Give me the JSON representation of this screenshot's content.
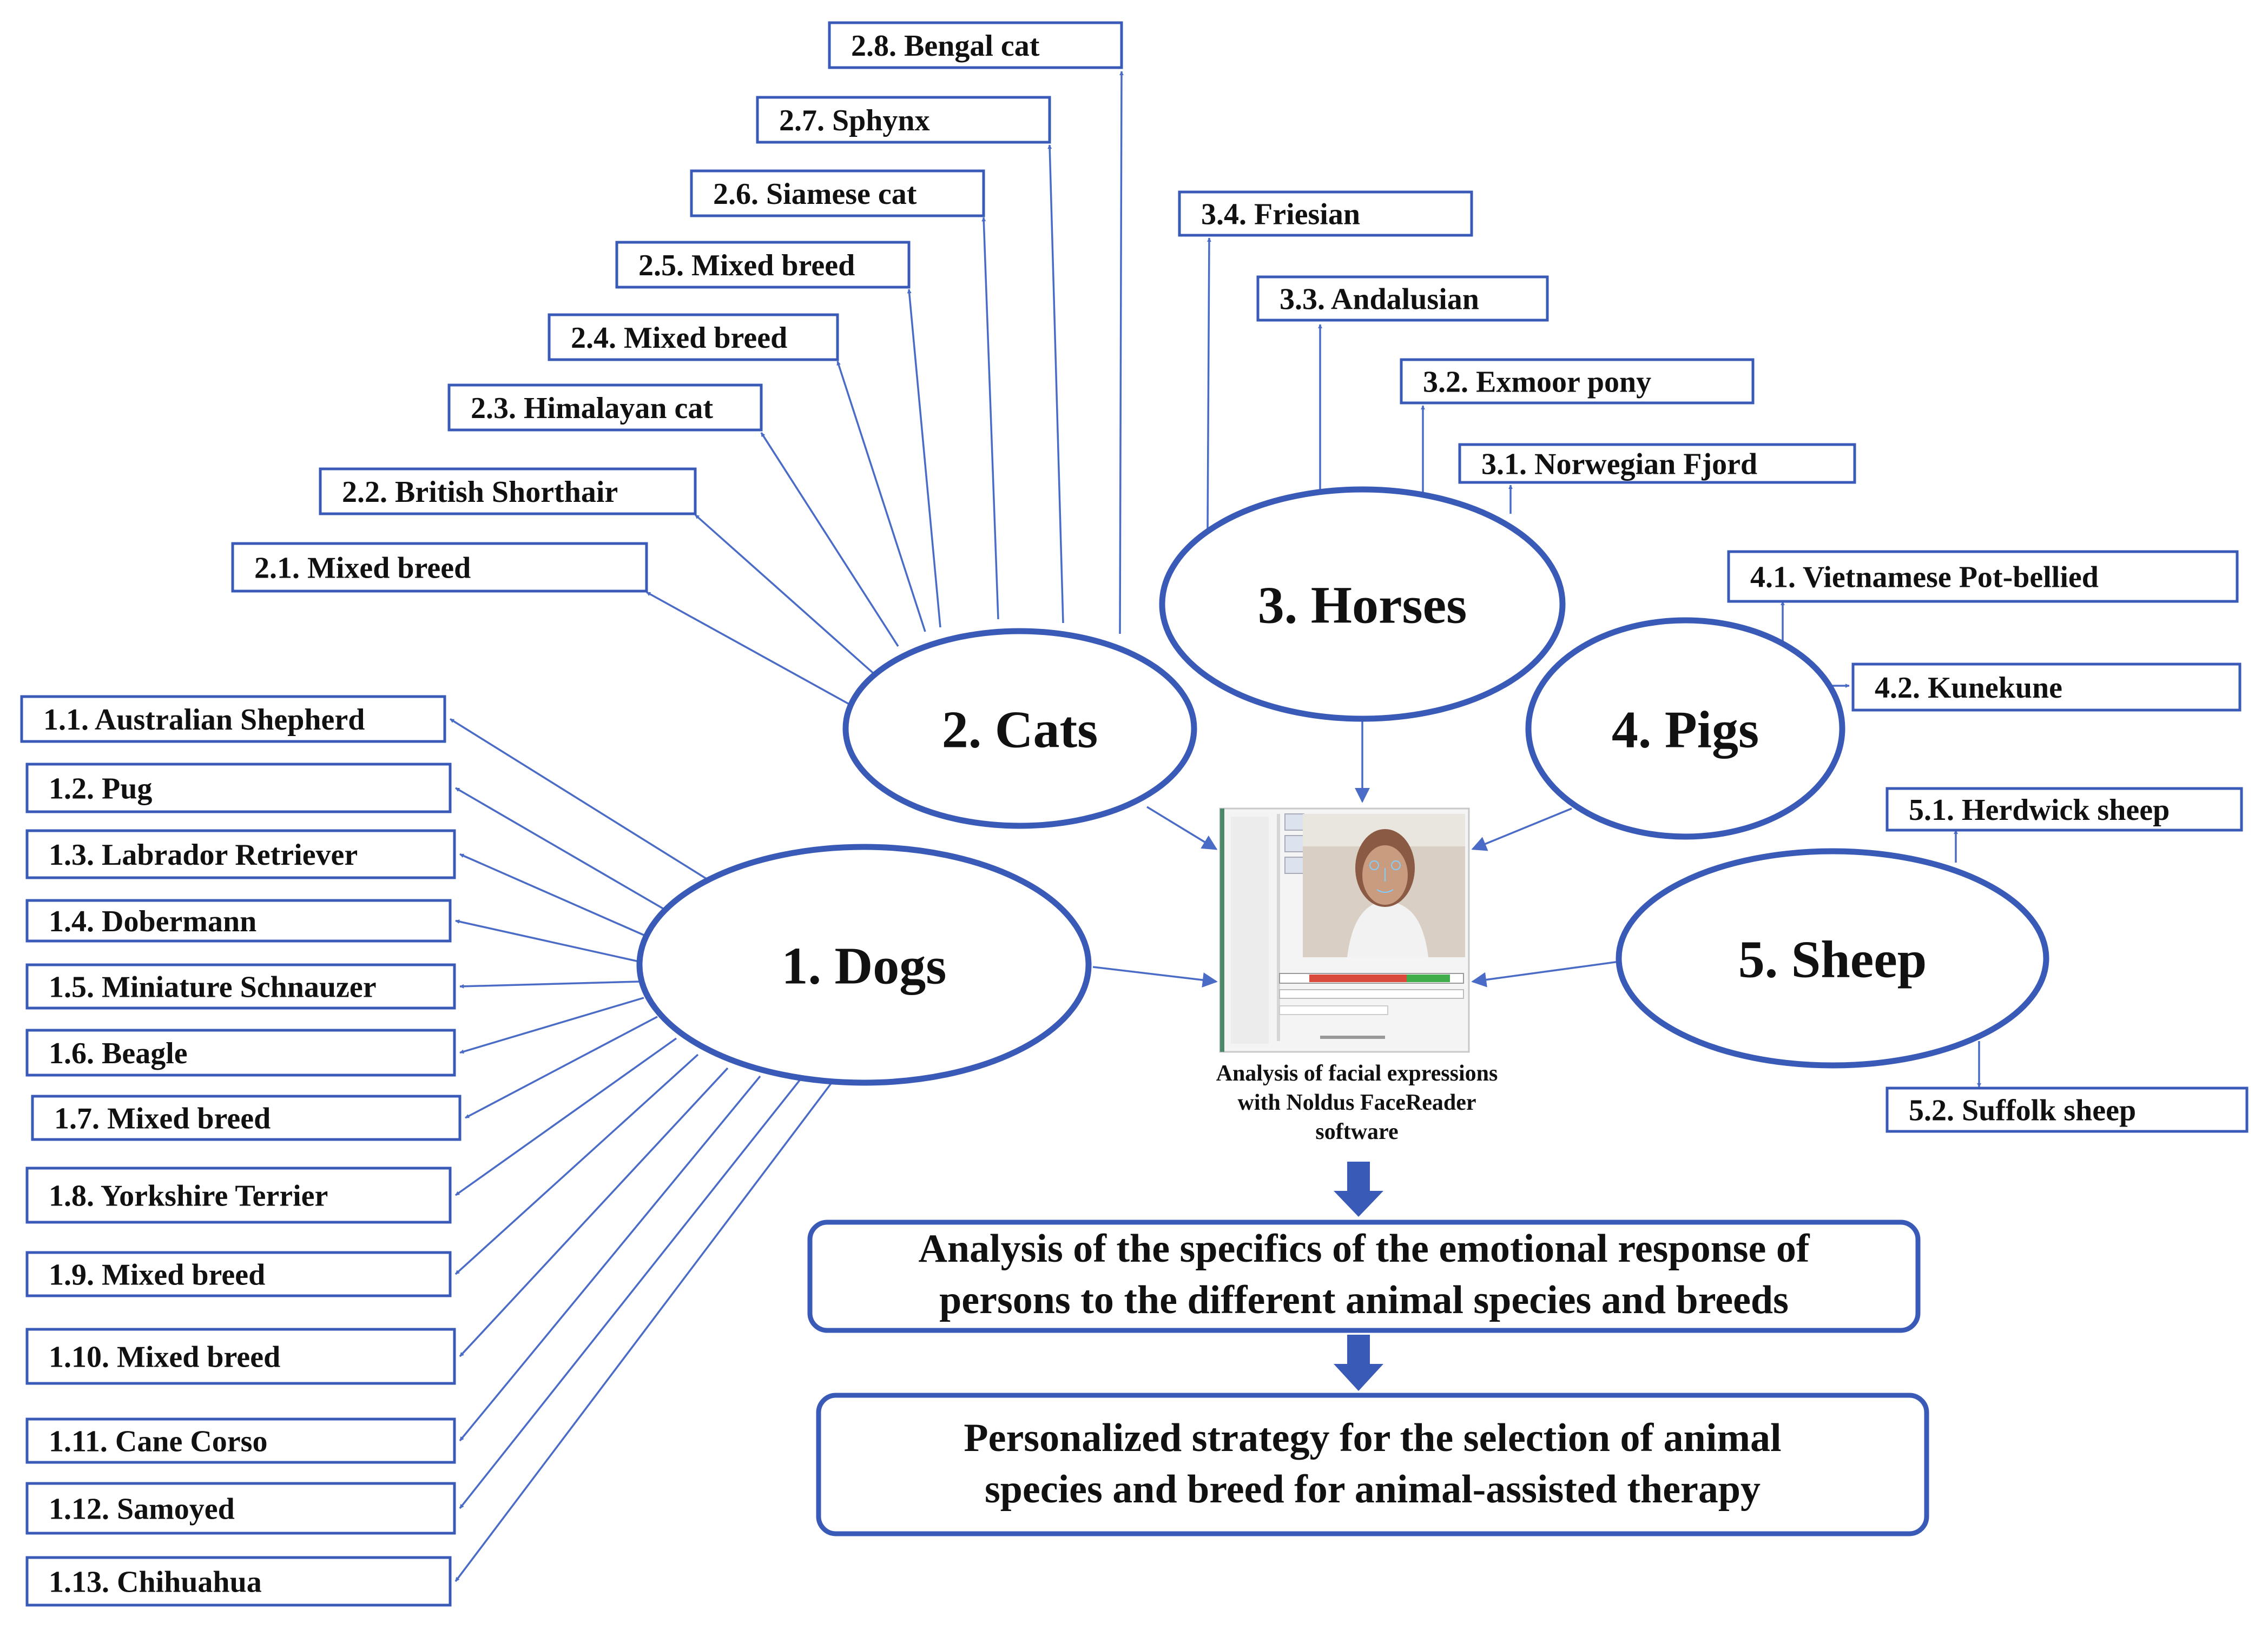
{
  "colors": {
    "stroke": "#3a5ab8",
    "arrow": "#4a6bc6",
    "flow_arrow": "#3a5ab8",
    "text": "#111111"
  },
  "groups": {
    "dogs": {
      "label": "1. Dogs",
      "items": [
        "1.1. Australian Shepherd",
        "1.2. Pug",
        "1.3. Labrador Retriever",
        "1.4. Dobermann",
        "1.5. Miniature Schnauzer",
        "1.6. Beagle",
        "1.7. Mixed breed",
        "1.8. Yorkshire Terrier",
        "1.9. Mixed breed",
        "1.10. Mixed breed",
        "1.11. Cane Corso",
        "1.12. Samoyed",
        "1.13. Chihuahua"
      ]
    },
    "cats": {
      "label": "2. Cats",
      "items": [
        "2.1. Mixed breed",
        "2.2. British Shorthair",
        "2.3. Himalayan cat",
        "2.4. Mixed breed",
        "2.5. Mixed breed",
        "2.6. Siamese cat",
        "2.7. Sphynx",
        "2.8. Bengal cat"
      ]
    },
    "horses": {
      "label": "3. Horses",
      "items": [
        "3.1. Norwegian Fjord",
        "3.2. Exmoor pony",
        "3.3. Andalusian",
        "3.4. Friesian"
      ]
    },
    "pigs": {
      "label": "4. Pigs",
      "items": [
        "4.1. Vietnamese Pot-bellied",
        "4.2. Kunekune"
      ]
    },
    "sheep": {
      "label": "5. Sheep",
      "items": [
        "5.1. Herdwick sheep",
        "5.2. Suffolk sheep"
      ]
    }
  },
  "software": {
    "caption": [
      "Analysis of facial expressions",
      "with Noldus FaceReader",
      "software"
    ],
    "icon": "facereader-screenshot"
  },
  "flow": {
    "step1": [
      "Analysis of the specifics of the emotional response of",
      "persons to the different animal species and breeds"
    ],
    "step2": [
      "Personalized strategy for the selection of animal",
      "species and breed for animal-assisted therapy"
    ]
  }
}
